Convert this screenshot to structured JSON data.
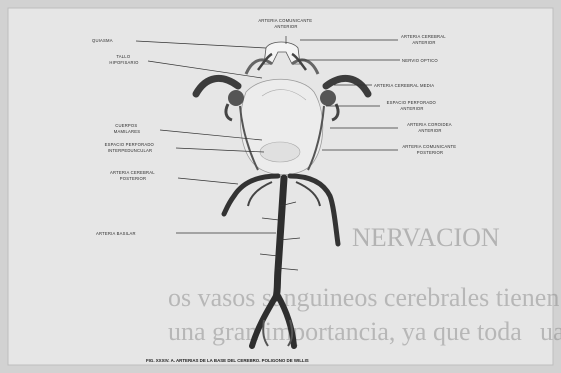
{
  "figure": {
    "labels": {
      "top_center": [
        "ARTERIA COMUNICANTE",
        "ANTERIOR"
      ],
      "left_1": [
        "QUIASMA"
      ],
      "left_2": [
        "TALLO",
        "HIPOFISARIO"
      ],
      "left_3": [
        "CUERPOS",
        "MAMILARES"
      ],
      "left_4": [
        "ESPACIO PERFORADO",
        "INTERPEDUNCULAR"
      ],
      "left_5": [
        "ARTERIA CEREBRAL",
        "POSTERIOR"
      ],
      "left_6": [
        "ARTERIA BASILAR"
      ],
      "right_1": [
        "ARTERIA CEREBRAL",
        "ANTERIOR"
      ],
      "right_2": [
        "NERVIO OPTICO"
      ],
      "right_3": [
        "ARTERIA CEREBRAL MEDIA"
      ],
      "right_4": [
        "ESPACIO PERFORADO",
        "ANTERIOR"
      ],
      "right_5": [
        "ARTERIA COROIDEA",
        "ANTERIOR"
      ],
      "right_6": [
        "ARTERIA COMUNICANTE",
        "POSTERIOR"
      ]
    },
    "caption": "FIG. XXXIV. A. ARTERIAS DE LA BASE DEL CEREBRO. POLIGONO DE WILLIS"
  },
  "background_text": {
    "heading": "NERVACION",
    "line_1": "os vasos sanguineos cerebrales tienen",
    "line_2": "una gran importancia, ya que toda",
    "line_3": "ua"
  }
}
